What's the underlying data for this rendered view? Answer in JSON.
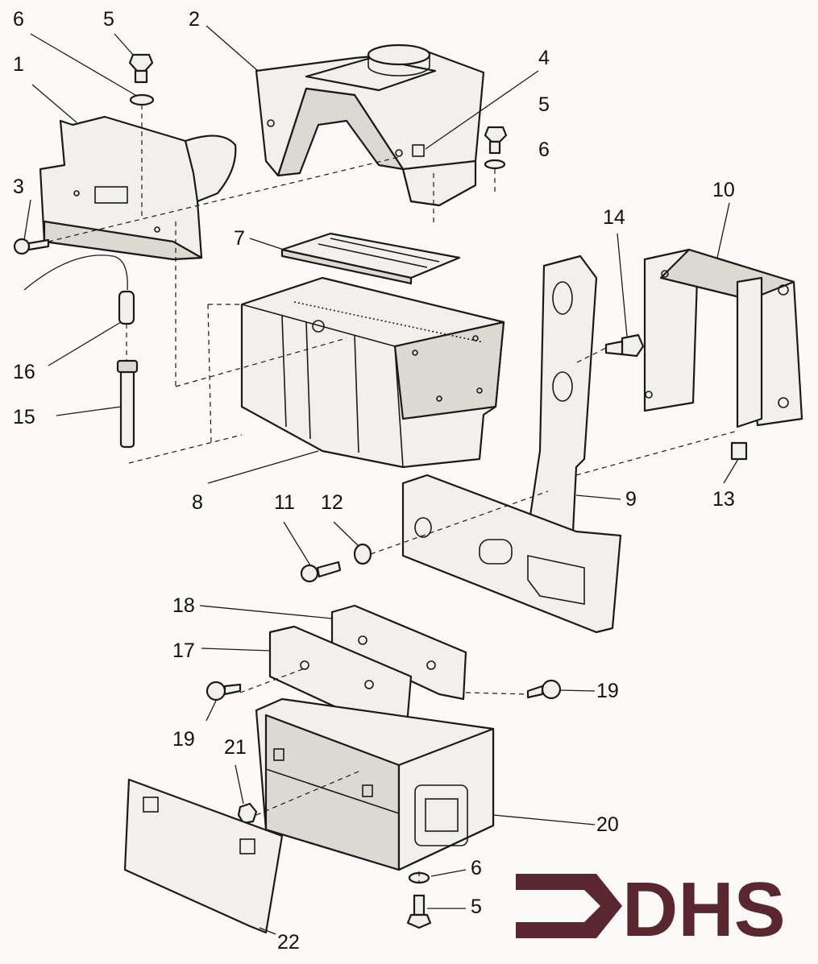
{
  "callouts": [
    {
      "id": "1",
      "label": "1"
    },
    {
      "id": "2",
      "label": "2"
    },
    {
      "id": "3",
      "label": "3"
    },
    {
      "id": "4",
      "label": "4"
    },
    {
      "id": "5a",
      "label": "5"
    },
    {
      "id": "5b",
      "label": "5"
    },
    {
      "id": "5c",
      "label": "5"
    },
    {
      "id": "6a",
      "label": "6"
    },
    {
      "id": "6b",
      "label": "6"
    },
    {
      "id": "6c",
      "label": "6"
    },
    {
      "id": "7",
      "label": "7"
    },
    {
      "id": "8",
      "label": "8"
    },
    {
      "id": "9",
      "label": "9"
    },
    {
      "id": "10",
      "label": "10"
    },
    {
      "id": "11",
      "label": "11"
    },
    {
      "id": "12",
      "label": "12"
    },
    {
      "id": "13",
      "label": "13"
    },
    {
      "id": "14",
      "label": "14"
    },
    {
      "id": "15",
      "label": "15"
    },
    {
      "id": "16",
      "label": "16"
    },
    {
      "id": "17",
      "label": "17"
    },
    {
      "id": "18",
      "label": "18"
    },
    {
      "id": "19a",
      "label": "19"
    },
    {
      "id": "19b",
      "label": "19"
    },
    {
      "id": "20",
      "label": "20"
    },
    {
      "id": "21",
      "label": "21"
    },
    {
      "id": "22",
      "label": "22"
    }
  ],
  "logo": {
    "text": "DHS",
    "color": "#5a2630"
  },
  "colors": {
    "ink": "#1a1a1a",
    "paper": "#fbfaf8",
    "part_fill": "#f2f0ec"
  }
}
